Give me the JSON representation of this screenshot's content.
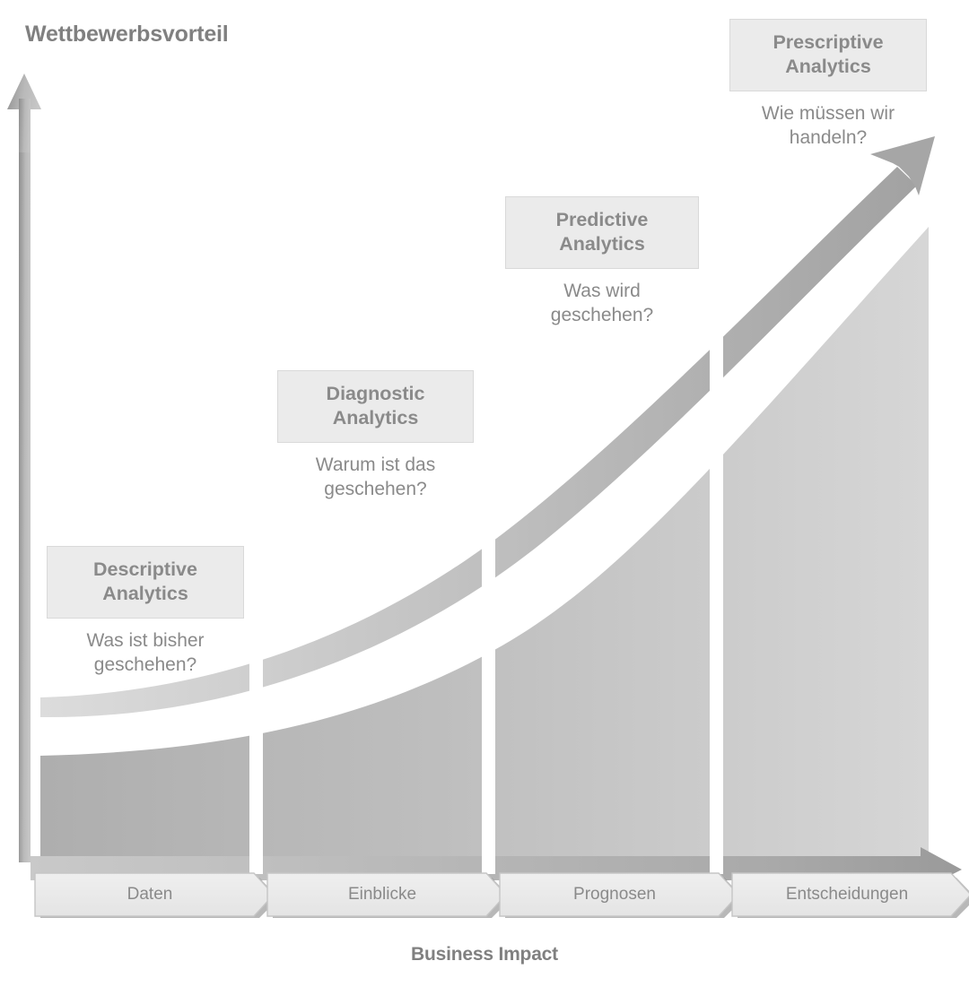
{
  "axes": {
    "y_title": "Wettbewerbsvorteil",
    "x_title": "Business Impact"
  },
  "stages": [
    {
      "title_line1": "Descriptive",
      "title_line2": "Analytics",
      "question_line1": "Was ist bisher",
      "question_line2": "geschehen?",
      "step_label": "Daten"
    },
    {
      "title_line1": "Diagnostic",
      "title_line2": "Analytics",
      "question_line1": "Warum ist das",
      "question_line2": "geschehen?",
      "step_label": "Einblicke"
    },
    {
      "title_line1": "Predictive",
      "title_line2": "Analytics",
      "question_line1": "Was wird",
      "question_line2": "geschehen?",
      "step_label": "Prognosen"
    },
    {
      "title_line1": "Prescriptive",
      "title_line2": "Analytics",
      "question_line1": "Wie müssen wir",
      "question_line2": "handeln?",
      "step_label": "Entscheidungen"
    }
  ],
  "colors": {
    "text_gray": "#8a8a8a",
    "box_fill": "#ebebeb",
    "box_border": "#d9d9d9",
    "area_fill_left": "#b0b0b0",
    "area_fill_right": "#d4d4d4",
    "curve_arrow": "#a8a8a8",
    "axis_arrow": "#b4b4b4",
    "divider": "#ffffff",
    "background": "#ffffff"
  },
  "chart_data": {
    "type": "area",
    "title": "Analytics Maturity / Gartner Analytic Ascendancy Model",
    "xlabel": "Business Impact",
    "ylabel": "Wettbewerbsvorteil",
    "grid": false,
    "legend": "none",
    "categories": [
      "Daten",
      "Einblicke",
      "Prognosen",
      "Entscheidungen"
    ],
    "series": [
      {
        "name": "Wettbewerbsvorteil / Business Impact",
        "x": [
          "Daten",
          "Einblicke",
          "Prognosen",
          "Entscheidungen"
        ],
        "values": [
          12,
          27,
          50,
          100
        ],
        "note": "exponentially rising curve from lower-left to upper-right"
      }
    ],
    "annotations": [
      {
        "category": "Daten",
        "label": "Descriptive Analytics",
        "question": "Was ist bisher geschehen?"
      },
      {
        "category": "Einblicke",
        "label": "Diagnostic Analytics",
        "question": "Warum ist das geschehen?"
      },
      {
        "category": "Prognosen",
        "label": "Predictive Analytics",
        "question": "Was wird geschehen?"
      },
      {
        "category": "Entscheidungen",
        "label": "Prescriptive Analytics",
        "question": "Wie müssen wir handeln?"
      }
    ]
  }
}
